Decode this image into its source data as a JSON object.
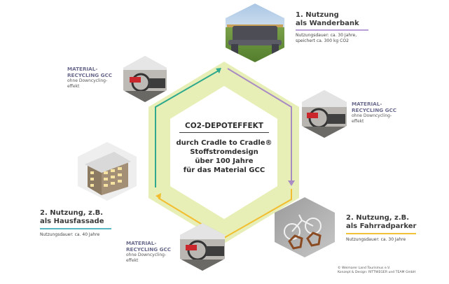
{
  "center": {
    "heading": "CO2-DEPOTEFFEKT",
    "line1": "durch Cradle to Cradle®",
    "line2": "Stoffstromdesign",
    "line3": "über 100 Jahre",
    "line4": "für das Material GCC"
  },
  "steps": {
    "bench": {
      "title1": "1. Nutzung",
      "title2": "als Wanderbank",
      "desc1": "Nutzungsdauer: ca. 30 Jahre,",
      "desc2": "speichert ca. 300 kg CO2"
    },
    "bike": {
      "title1": "2. Nutzung, z.B.",
      "title2": "als Fahrradparker",
      "desc1": "Nutzungsdauer: ca. 30 Jahre"
    },
    "facade": {
      "title1": "2. Nutzung, z.B.",
      "title2": "als Hausfassade",
      "desc1": "Nutzungsdauer: ca. 40 Jahre"
    }
  },
  "recycling": {
    "right": {
      "line1": "MATERIAL-",
      "line2": "RECYCLING GCC",
      "line3": "ohne Downcycling-",
      "line4": "effekt"
    },
    "left": {
      "line1": "MATERIAL-",
      "line2": "RECYCLING GCC",
      "line3": "ohne Downcycling-",
      "line4": "effekt"
    },
    "bottom": {
      "line1": "MATERIAL-",
      "line2": "RECYCLING GCC",
      "line3": "ohne Downcycling-",
      "line4": "effekt"
    }
  },
  "credits": {
    "line1": "© Weimarer Land Tourismus e.V.",
    "line2": "Konzept & Design: RITTWEGER und TEAM GmbH"
  },
  "colors": {
    "hexagon_fill": "#e8efb6",
    "arrow_purple": "#a98cc4",
    "arrow_yellow": "#f2bd2e",
    "arrow_teal": "#2fa98d",
    "rule_purple": "#b79fd6",
    "rule_yellow": "#f0c33a",
    "rule_teal": "#56b7c2"
  }
}
